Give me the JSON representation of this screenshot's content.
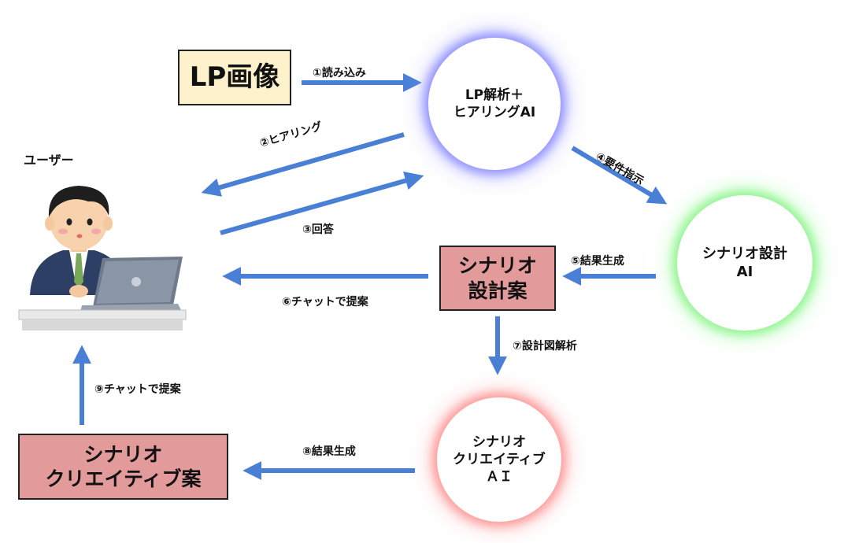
{
  "user": {
    "label": "ユーザー"
  },
  "lp_image": {
    "label": "LP画像"
  },
  "nodes": {
    "lp_ai": {
      "line1": "LP解析＋",
      "line2": "ヒアリングAI"
    },
    "scenario_ai": {
      "line1": "シナリオ設計",
      "line2": "AI"
    },
    "creative_ai": {
      "line1": "シナリオ",
      "line2": "クリエイティブ",
      "line3": "ＡＩ"
    }
  },
  "boxes": {
    "scenario_plan": {
      "line1": "シナリオ",
      "line2": "設計案"
    },
    "creative_plan": {
      "line1": "シナリオ",
      "line2": "クリエイティブ案"
    }
  },
  "edges": {
    "e1": "①読み込み",
    "e2": "②ヒアリング",
    "e3": "③回答",
    "e4": "④要件指示",
    "e5": "⑤結果生成",
    "e6": "⑥チャットで提案",
    "e7": "⑦設計図解析",
    "e8": "⑧結果生成",
    "e9": "⑨チャットで提案"
  },
  "colors": {
    "arrow": "#4a7fd6",
    "lp_box": "#fdf2cc",
    "plan_box": "#e39a9a"
  }
}
